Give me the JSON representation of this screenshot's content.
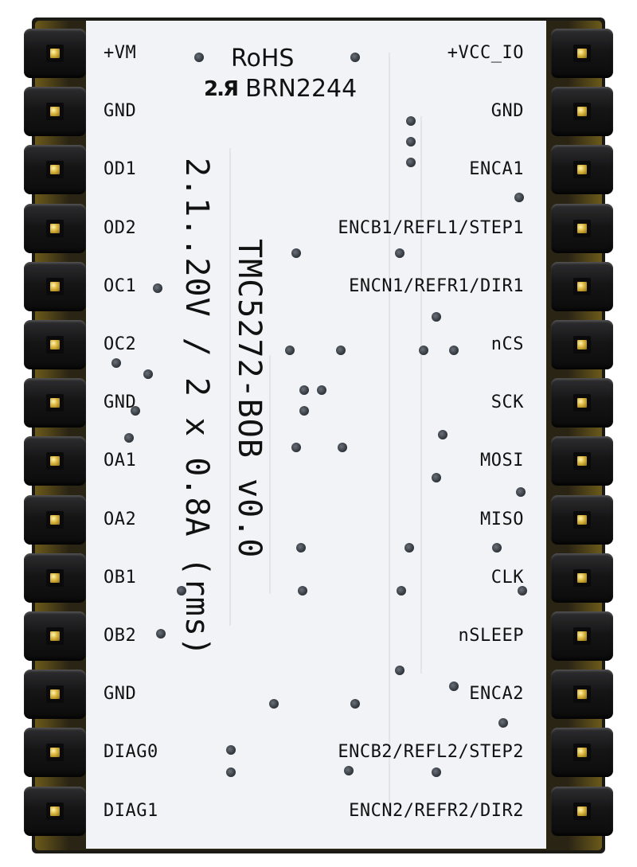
{
  "board": {
    "rohs": "RoHS",
    "cert_mark": "2.Я",
    "cert_code": "BRN2244",
    "model": "TMC5272-BOB v0.0",
    "rating": "2.1..20V / 2 x 0.8A (rms)"
  },
  "left_pins": [
    "+VM",
    "GND",
    "OD1",
    "OD2",
    "OC1",
    "OC2",
    "GND",
    "OA1",
    "OA2",
    "OB1",
    "OB2",
    "GND",
    "DIAG0",
    "DIAG1"
  ],
  "right_pins": [
    "+VCC_IO",
    "GND",
    "ENCA1",
    "ENCB1/REFL1/STEP1",
    "ENCN1/REFR1/DIR1",
    "nCS",
    "SCK",
    "MOSI",
    "MISO",
    "CLK",
    "nSLEEP",
    "ENCA2",
    "ENCB2/REFL2/STEP2",
    "ENCN2/REFR2/DIR2"
  ],
  "colors": {
    "silkscreen": "#f2f3f6",
    "header": "#151516",
    "pad_gold": "#d9b43c"
  }
}
